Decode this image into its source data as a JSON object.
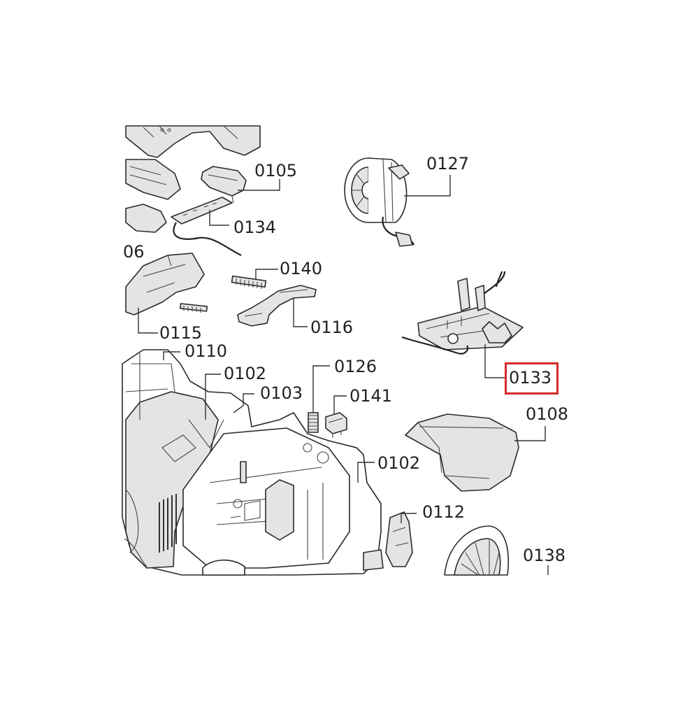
{
  "diagram": {
    "highlighted_part": "0133",
    "colors": {
      "line": "#2a2a2a",
      "part_fill": "#e4e4e4",
      "highlight": "#d42a2a"
    },
    "labels": {
      "p0105": "0105",
      "p0127": "0127",
      "p0134": "0134",
      "p06": "06",
      "p0140": "0140",
      "p0116": "0116",
      "p0115": "0115",
      "p0110": "0110",
      "p0102a": "0102",
      "p0126": "0126",
      "p0103": "0103",
      "p0141": "0141",
      "p0133": "0133",
      "p0108": "0108",
      "p0102b": "0102",
      "p0112": "0112",
      "p0138": "0138"
    }
  }
}
